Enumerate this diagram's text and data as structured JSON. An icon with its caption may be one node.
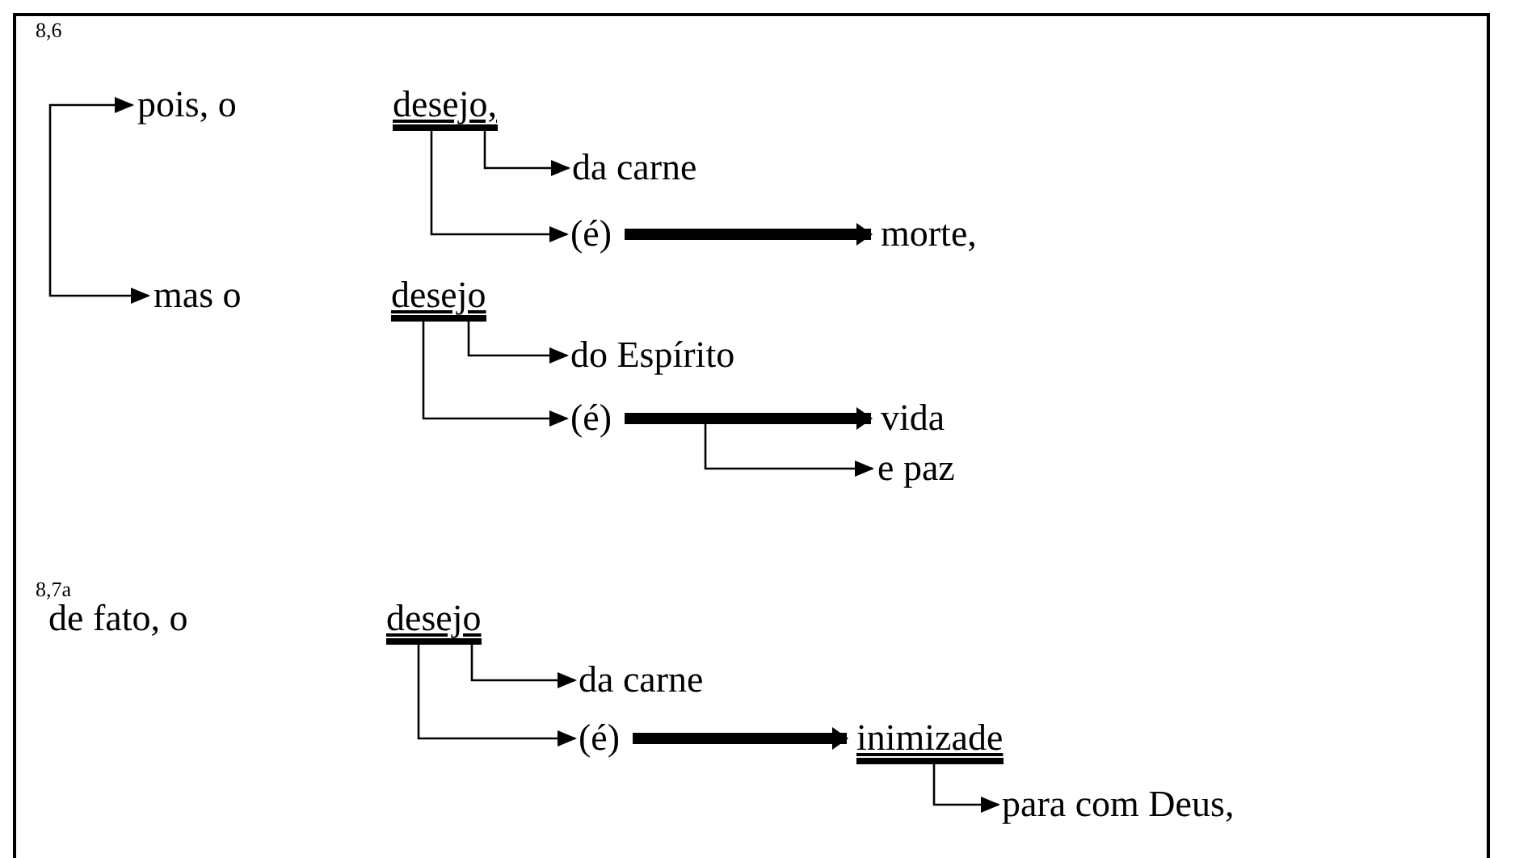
{
  "diagram": {
    "nodes": [
      {
        "text": [
          "pois, o"
        ]
      },
      {
        "text": [
          "desejo,"
        ]
      },
      {
        "text": [
          "da carne"
        ]
      },
      {
        "text": [
          "(é)"
        ]
      },
      {
        "text": [
          "morte,"
        ]
      },
      {
        "text": [
          "mas o"
        ]
      },
      {
        "text": [
          "desejo"
        ]
      },
      {
        "text": [
          "do Espírito"
        ]
      },
      {
        "text": [
          "(é)"
        ]
      },
      {
        "text": [
          "vida"
        ]
      },
      {
        "text": [
          "e paz"
        ]
      },
      {
        "text": [
          "de fato, o"
        ]
      },
      {
        "text": [
          "desejo"
        ]
      },
      {
        "text": [
          "da carne"
        ]
      },
      {
        "text": [
          "(é)"
        ]
      },
      {
        "text": [
          "inimizade"
        ]
      },
      {
        "text": [
          "para com Deus,"
        ]
      }
    ],
    "edges": [
      {
        "from": 0,
        "to": 5,
        "arrow": "both"
      },
      {
        "from": 1,
        "to": 2,
        "arrow": "to"
      },
      {
        "from": 1,
        "to": 3,
        "arrow": "to"
      },
      {
        "from": 3,
        "to": 4,
        "arrow": "to",
        "style": "thick"
      },
      {
        "from": 6,
        "to": 7,
        "arrow": "to"
      },
      {
        "from": 6,
        "to": 8,
        "arrow": "to"
      },
      {
        "from": 8,
        "to": 9,
        "arrow": "to",
        "style": "thick"
      },
      {
        "from": 8,
        "to": 10,
        "arrow": "to"
      },
      {
        "from": 12,
        "to": 13,
        "arrow": "to"
      },
      {
        "from": 12,
        "to": 14,
        "arrow": "to"
      },
      {
        "from": 14,
        "to": 15,
        "arrow": "to",
        "style": "thick"
      },
      {
        "from": 15,
        "to": 16,
        "arrow": "to"
      }
    ],
    "labels": [
      "8,6",
      "8,7a"
    ]
  }
}
